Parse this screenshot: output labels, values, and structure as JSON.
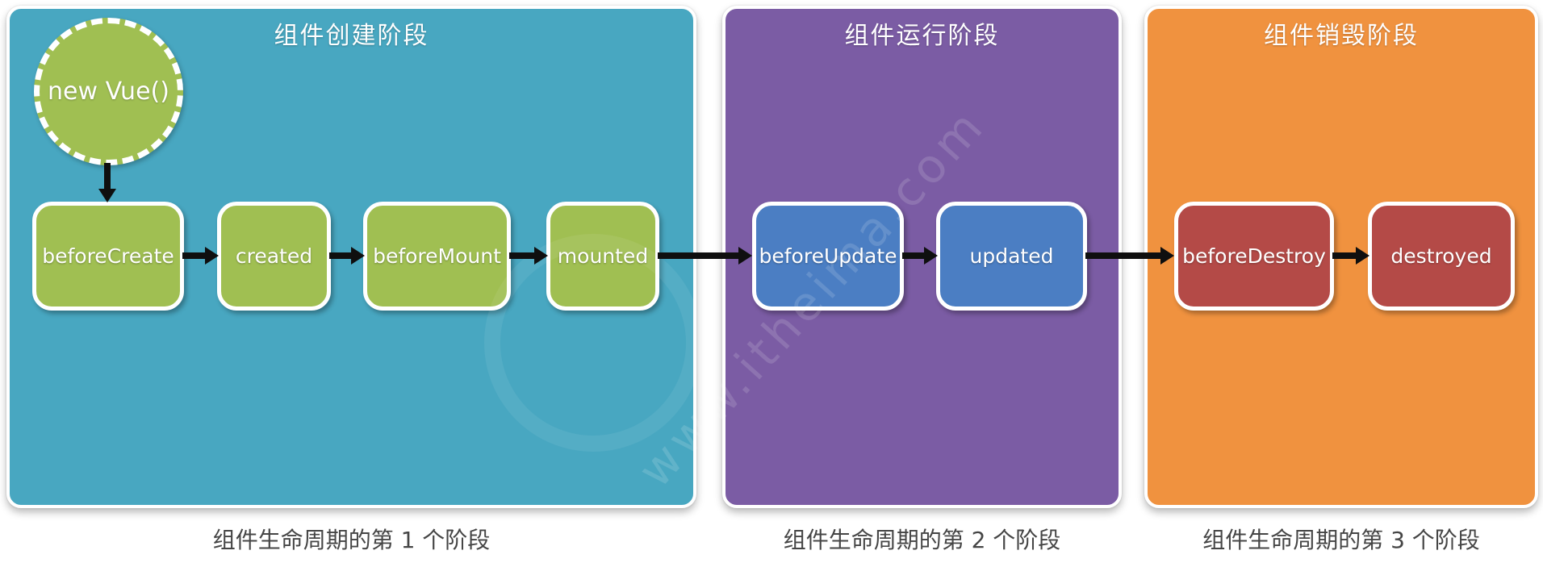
{
  "panels": [
    {
      "title": "组件创建阶段",
      "caption": "组件生命周期的第 1 个阶段",
      "color": "#48a7c1",
      "node_color": "#a0bf52",
      "nodes": [
        "beforeCreate",
        "created",
        "beforeMount",
        "mounted"
      ]
    },
    {
      "title": "组件运行阶段",
      "caption": "组件生命周期的第 2 个阶段",
      "color": "#7b5ca4",
      "node_color": "#4b7ec3",
      "nodes": [
        "beforeUpdate",
        "updated"
      ]
    },
    {
      "title": "组件销毁阶段",
      "caption": "组件生命周期的第 3 个阶段",
      "color": "#f0923f",
      "node_color": "#b44a47",
      "nodes": [
        "beforeDestroy",
        "destroyed"
      ]
    }
  ],
  "start_node": {
    "label": "new Vue()"
  },
  "watermark": {
    "text": "www.itheima.com"
  },
  "colors": {
    "arrow": "#0f0f0f",
    "caption_text": "#454545",
    "node_text": "#ffffff"
  }
}
